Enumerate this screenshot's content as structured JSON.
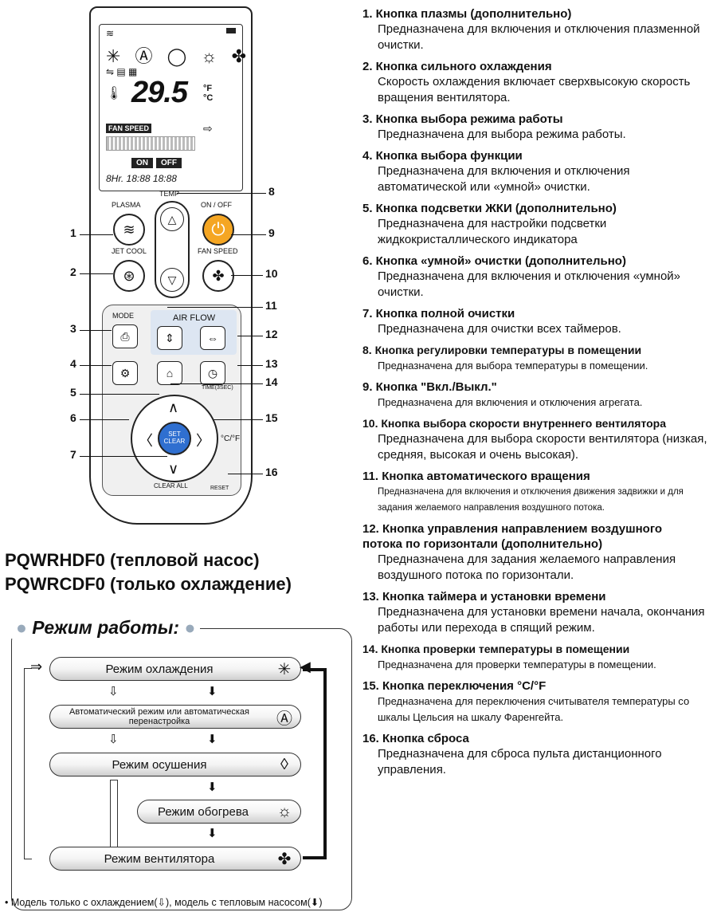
{
  "remote": {
    "lcd": {
      "mode_icons": "✳ Ⓐ ◯ ☼ ✤",
      "temp_value": "29.5",
      "temp_unit": "°F °C",
      "fan_speed": "FAN SPEED",
      "on": "ON",
      "off": "OFF",
      "timer": "8Hr. 18:88 18:88"
    },
    "labels": {
      "plasma": "PLASMA",
      "temp": "TEMP",
      "on_off": "ON / OFF",
      "jet_cool": "JET COOL",
      "fan_speed": "FAN SPEED",
      "mode": "MODE",
      "air_flow": "AIR FLOW",
      "time": "TIME(3SEC)",
      "set": "SET",
      "clear": "CLEAR",
      "clear_all": "CLEAR ALL",
      "reset": "RESET",
      "cf": "°C/°F"
    },
    "callouts": [
      "1",
      "2",
      "3",
      "4",
      "5",
      "6",
      "7",
      "8",
      "9",
      "10",
      "11",
      "12",
      "13",
      "14",
      "15",
      "16"
    ]
  },
  "models": [
    "PQWRHDF0 (тепловой насос)",
    "PQWRCDF0 (только охлаждение)"
  ],
  "modes": {
    "title": "Режим работы:",
    "items": [
      {
        "label": "Режим охлаждения",
        "icon": "snowflake-icon"
      },
      {
        "label": "Автоматический режим или автоматическая перенастройка",
        "icon": "auto-icon"
      },
      {
        "label": "Режим осушения",
        "icon": "droplet-icon"
      },
      {
        "label": "Режим обогрева",
        "icon": "sun-icon"
      },
      {
        "label": "Режим вентилятора",
        "icon": "fan-icon"
      }
    ],
    "note": "• Модель только с охлаждением(⇩), модель с тепловым насосом(⬇)"
  },
  "descriptions": [
    {
      "title": "1. Кнопка плазмы (дополнительно)",
      "text": "Предназначена для включения и отключения плазменной очистки."
    },
    {
      "title": "2. Кнопка сильного охлаждения",
      "text": "Скорость охлаждения включает сверхвысокую скорость вращения вентилятора."
    },
    {
      "title": "3. Кнопка выбора режима работы",
      "text": "Предназначена для выбора режима работы."
    },
    {
      "title": "4. Кнопка выбора функции",
      "text": "Предназначена для включения и отключения автоматической или «умной» очистки."
    },
    {
      "title": "5. Кнопка подсветки ЖКИ (дополнительно)",
      "text": "Предназначена для настройки подсветки жидкокристаллического индикатора"
    },
    {
      "title": "6. Кнопка «умной» очистки (дополнительно)",
      "text": "Предназначена для включения и отключения «умной» очистки."
    },
    {
      "title": "7. Кнопка полной очистки",
      "text": "Предназначена для очистки всех таймеров."
    },
    {
      "title": "8. Кнопка регулировки температуры в помещении",
      "text": "Предназначена для выбора температуры в помещении."
    },
    {
      "title": "9. Кнопка \"Вкл./Выкл.\"",
      "text": "Предназначена для включения и отключения агрегата."
    },
    {
      "title": "10. Кнопка выбора скорости внутреннего вентилятора",
      "text": "Предназначена для выбора скорости вентилятора (низкая, средняя, высокая и очень высокая)."
    },
    {
      "title": "11. Кнопка автоматического вращения",
      "text": "Предназначена для включения и отключения движения задвижки и для задания желаемого направления воздушного потока."
    },
    {
      "title": "12. Кнопка управления направлением воздушного потока по горизонтали (дополнительно)",
      "text": "Предназначена для задания желаемого направления воздушного потока по горизонтали."
    },
    {
      "title": "13. Кнопка таймера и установки времени",
      "text": "Предназначена для установки времени начала, окончания работы или перехода в спящий режим."
    },
    {
      "title": "14. Кнопка проверки температуры в помещении",
      "text": "Предназначена для проверки температуры в помещении."
    },
    {
      "title": "15. Кнопка переключения °C/°F",
      "text": "Предназначена для переключения считывателя температуры со шкалы Цельсия на шкалу Фаренгейта."
    },
    {
      "title": "16. Кнопка сброса",
      "text": "Предназначена для сброса пульта дистанционного управления."
    }
  ]
}
